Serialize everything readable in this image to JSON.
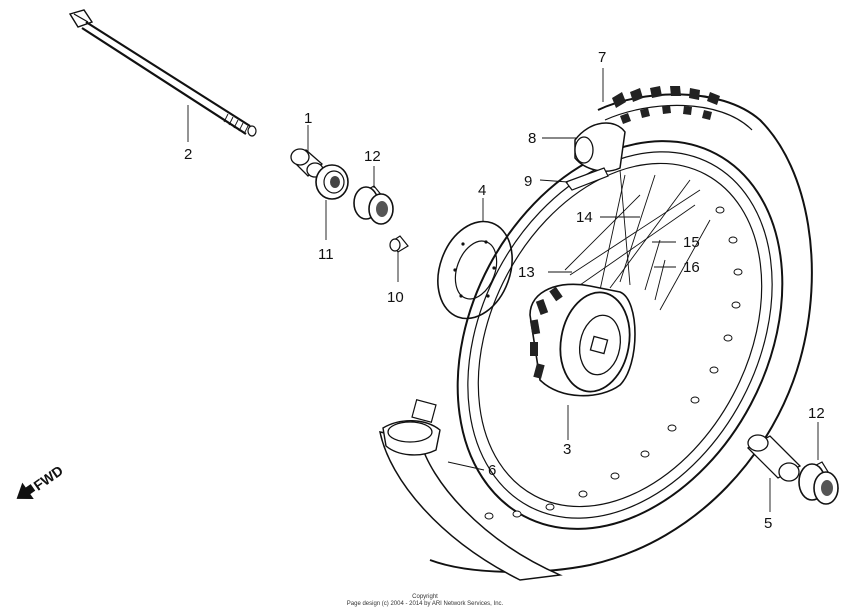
{
  "labels": {
    "p1": "1",
    "p2": "2",
    "p3": "3",
    "p4": "4",
    "p5": "5",
    "p6": "6",
    "p7": "7",
    "p8": "8",
    "p9": "9",
    "p10": "10",
    "p11": "11",
    "p12a": "12",
    "p12b": "12",
    "p13": "13",
    "p14": "14",
    "p15": "15",
    "p16": "16"
  },
  "direction_label": "FWD",
  "copyright": {
    "line1": "Copyright",
    "line2": "Page design (c) 2004 - 2014 by ARI Network Services, Inc."
  }
}
